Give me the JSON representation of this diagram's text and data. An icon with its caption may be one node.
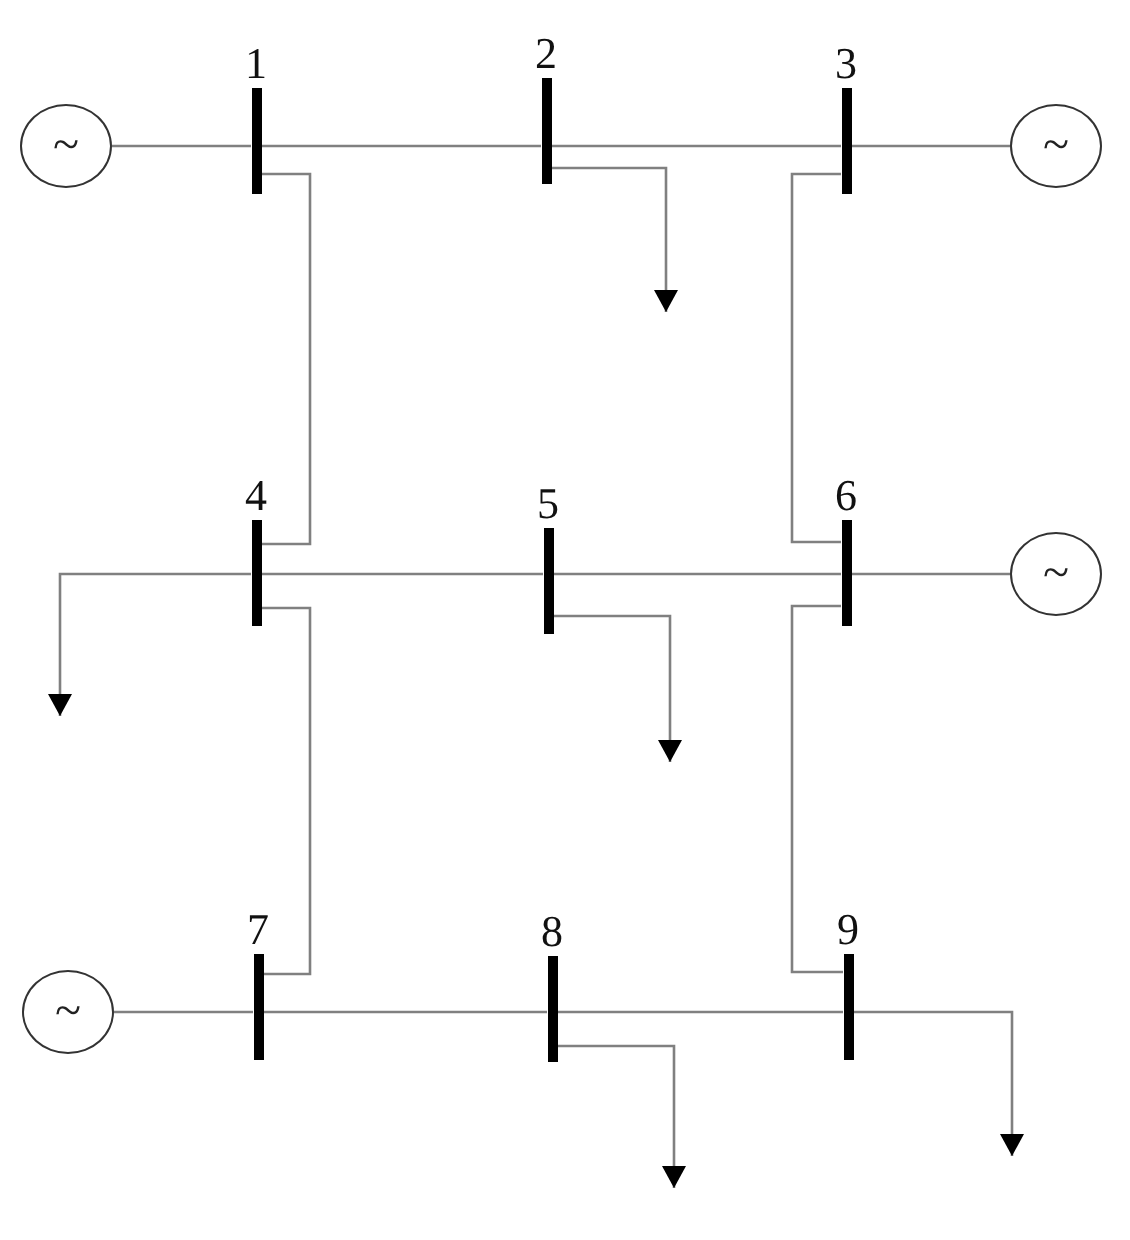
{
  "diagram": {
    "nodes": [
      {
        "text": [
          "~"
        ]
      },
      {
        "text": [
          "1"
        ]
      },
      {
        "text": [
          "2"
        ]
      },
      {
        "text": [
          "3"
        ]
      },
      {
        "text": [
          "~"
        ]
      },
      {
        "text": [
          "4"
        ]
      },
      {
        "text": [
          "5"
        ]
      },
      {
        "text": [
          "6"
        ]
      },
      {
        "text": [
          "~"
        ]
      },
      {
        "text": [
          "~"
        ]
      },
      {
        "text": [
          "7"
        ]
      },
      {
        "text": [
          "8"
        ]
      },
      {
        "text": [
          "9"
        ]
      }
    ],
    "edges": [
      {
        "from": 0,
        "to": 1,
        "arrow": "none"
      },
      {
        "from": 1,
        "to": 2,
        "arrow": "none"
      },
      {
        "from": 2,
        "to": 3,
        "arrow": "none"
      },
      {
        "from": 3,
        "to": 4,
        "arrow": "none"
      },
      {
        "from": 1,
        "to": 5,
        "arrow": "none"
      },
      {
        "from": 2,
        "to": null,
        "arrow": "to"
      },
      {
        "from": 3,
        "to": 7,
        "arrow": "none"
      },
      {
        "from": 5,
        "to": null,
        "arrow": "to"
      },
      {
        "from": 5,
        "to": 6,
        "arrow": "none"
      },
      {
        "from": 6,
        "to": 7,
        "arrow": "none"
      },
      {
        "from": 7,
        "to": 8,
        "arrow": "none"
      },
      {
        "from": 6,
        "to": null,
        "arrow": "to"
      },
      {
        "from": 5,
        "to": 10,
        "arrow": "none"
      },
      {
        "from": 7,
        "to": 12,
        "arrow": "none"
      },
      {
        "from": 9,
        "to": 10,
        "arrow": "none"
      },
      {
        "from": 10,
        "to": 11,
        "arrow": "none"
      },
      {
        "from": 11,
        "to": 12,
        "arrow": "none"
      },
      {
        "from": 11,
        "to": null,
        "arrow": "to"
      },
      {
        "from": 12,
        "to": null,
        "arrow": "to"
      }
    ]
  }
}
